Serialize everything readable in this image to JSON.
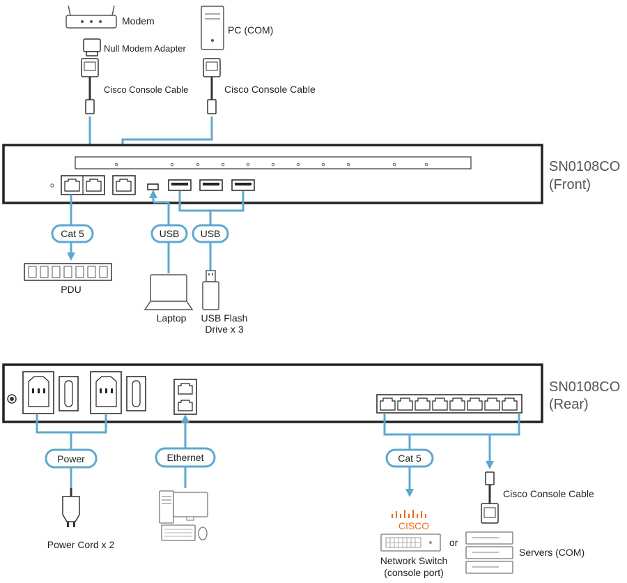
{
  "front": {
    "title_line1": "SN0108CO",
    "title_line2": "(Front)"
  },
  "rear": {
    "title_line1": "SN0108CO",
    "title_line2": "(Rear)"
  },
  "labels": {
    "modem": "Modem",
    "null_modem_adapter": "Null Modem Adapter",
    "cisco_console_cable_left": "Cisco Console Cable",
    "pc_com": "PC (COM)",
    "cisco_console_cable_right": "Cisco Console Cable",
    "pdu": "PDU",
    "laptop": "Laptop",
    "usb_flash_line1": "USB Flash",
    "usb_flash_line2": "Drive x 3",
    "power_cord": "Power Cord x 2",
    "network_switch_line1": "Network Switch",
    "network_switch_line2": "(console port)",
    "or": "or",
    "cisco_brand": "CISCO",
    "cisco_console_cable_rear": "Cisco Console Cable",
    "servers_com": "Servers (COM)"
  },
  "pills": {
    "cat5_front": "Cat 5",
    "usb_laptop": "USB",
    "usb_flash": "USB",
    "power": "Power",
    "ethernet": "Ethernet",
    "cat5_rear": "Cat 5"
  },
  "colors": {
    "line_blue": "#5ea8cf",
    "pill_border": "#5ea8cf",
    "device_stroke": "#333333",
    "cisco_orange": "#ef6c1a"
  }
}
